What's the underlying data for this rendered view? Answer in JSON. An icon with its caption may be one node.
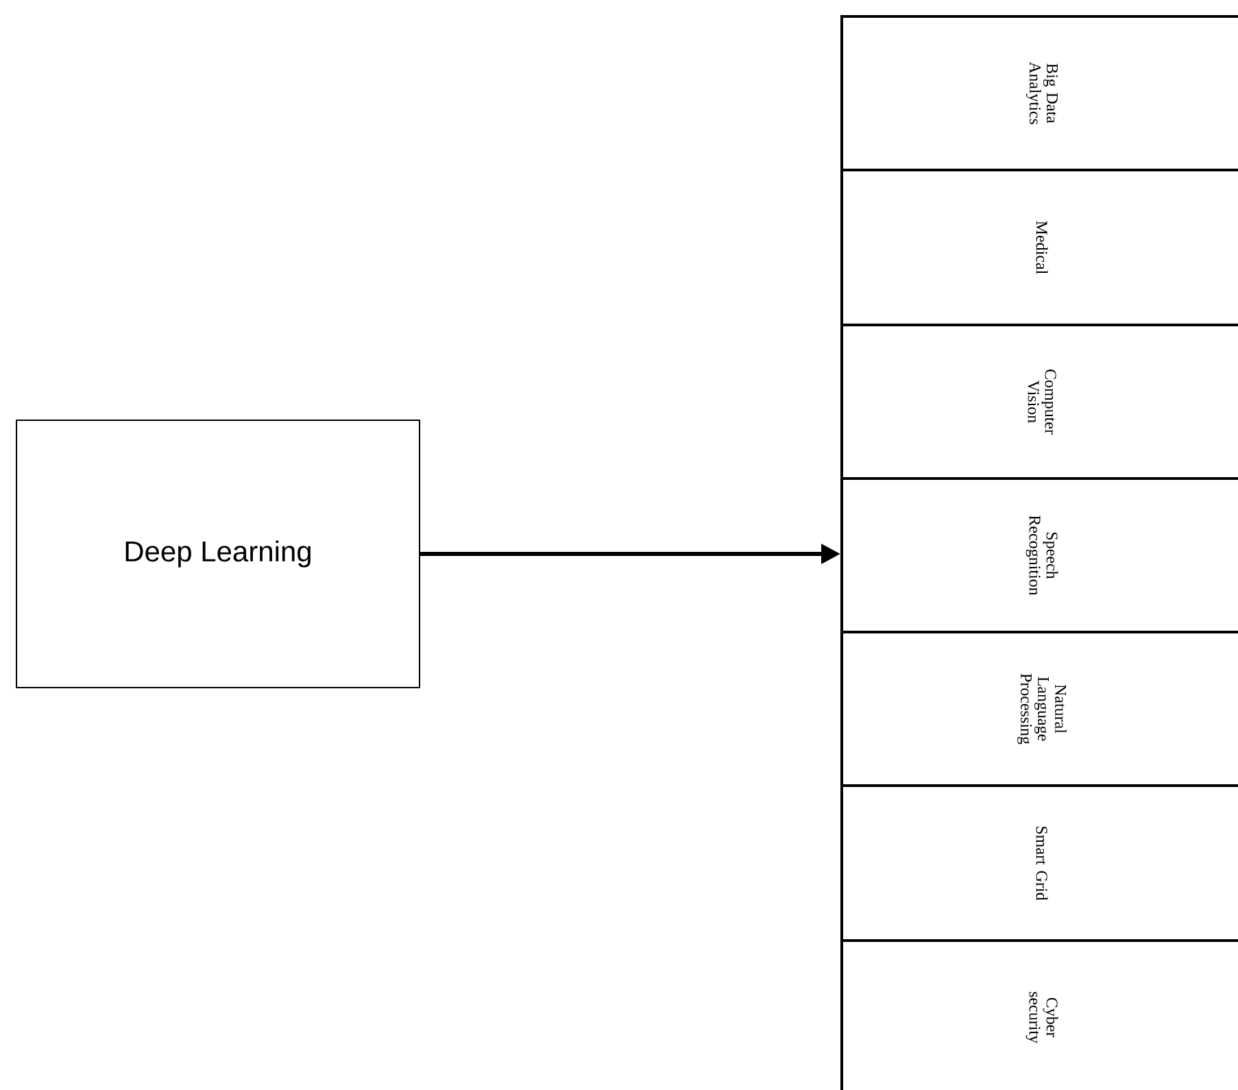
{
  "diagram": {
    "nodes": [
      {
        "text": [
          "Deep Learning"
        ]
      },
      {
        "text": [
          "Big Data Analytics"
        ]
      },
      {
        "text": [
          "Medical"
        ]
      },
      {
        "text": [
          "Computer Vision"
        ]
      },
      {
        "text": [
          "Speech Recognition"
        ]
      },
      {
        "text": [
          "Natural Language Processing"
        ]
      },
      {
        "text": [
          "Smart Grid"
        ]
      },
      {
        "text": [
          "Cyber security"
        ]
      }
    ],
    "edges": [
      {
        "from": 0,
        "to": 4,
        "arrow": "to"
      }
    ]
  }
}
